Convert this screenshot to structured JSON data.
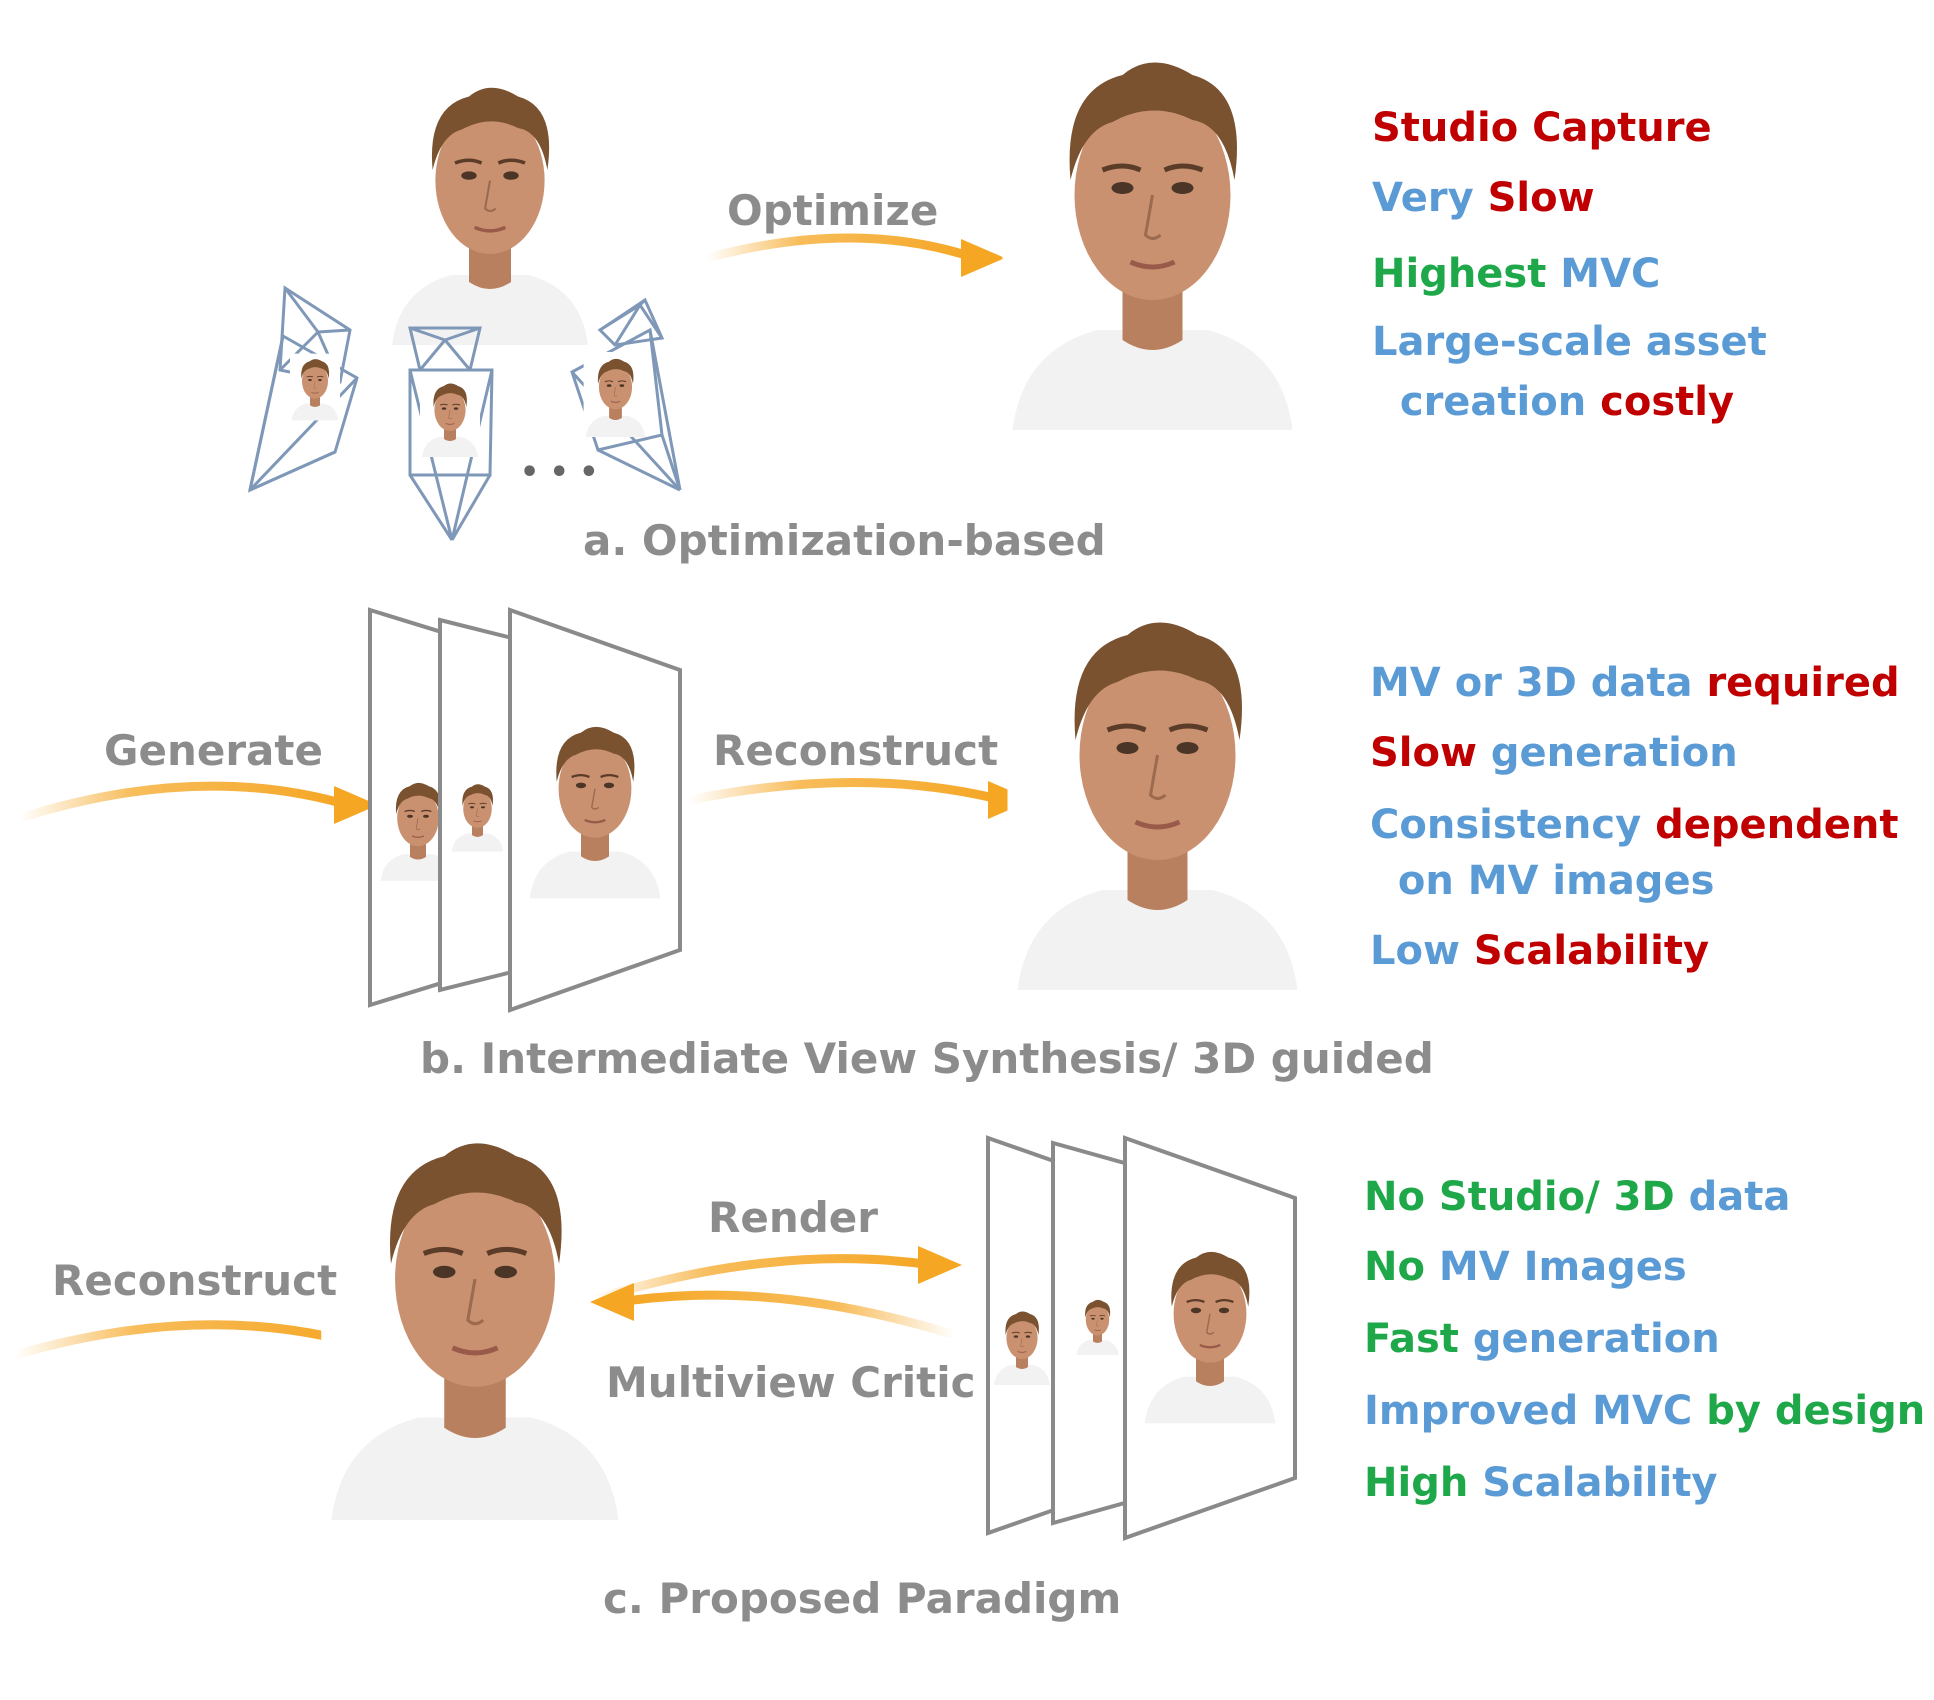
{
  "colors": {
    "red": "#c00000",
    "blue": "#5b9bd5",
    "green": "#1fa84a",
    "gray": "#8c8c8c",
    "arrow": "#f5a623",
    "camera": "#7f98b8",
    "skin": "#c99170",
    "hair": "#7a5230",
    "shirt": "#f2f2f2"
  },
  "icons": {
    "face_portrait": "face-portrait-icon",
    "camera_frustum": "camera-frustum-icon",
    "image_frame": "image-frame-icon",
    "arrow": "arrow-icon"
  },
  "panels": {
    "a": {
      "caption": "a. Optimization-based",
      "arrow_label": "Optimize",
      "ellipsis": "• • •",
      "properties": [
        [
          {
            "text": "Studio Capture",
            "color": "red"
          }
        ],
        [
          {
            "text": "Very ",
            "color": "blue"
          },
          {
            "text": "Slow",
            "color": "red"
          }
        ],
        [
          {
            "text": "Highest ",
            "color": "green"
          },
          {
            "text": "MVC",
            "color": "blue"
          }
        ],
        [
          {
            "text": "Large-scale asset",
            "color": "blue"
          }
        ],
        [
          {
            "text": "  creation ",
            "color": "blue"
          },
          {
            "text": "costly",
            "color": "red"
          }
        ]
      ]
    },
    "b": {
      "caption": "b. Intermediate View Synthesis/ 3D guided",
      "arrow_label_1": "Generate",
      "arrow_label_2": "Reconstruct",
      "properties": [
        [
          {
            "text": "MV or 3D data ",
            "color": "blue"
          },
          {
            "text": "required",
            "color": "red"
          }
        ],
        [
          {
            "text": "Slow ",
            "color": "red"
          },
          {
            "text": "generation",
            "color": "blue"
          }
        ],
        [
          {
            "text": "Consistency ",
            "color": "blue"
          },
          {
            "text": "dependent",
            "color": "red"
          }
        ],
        [
          {
            "text": "  on MV images",
            "color": "blue"
          }
        ],
        [
          {
            "text": "Low ",
            "color": "blue"
          },
          {
            "text": "Scalability",
            "color": "red"
          }
        ]
      ]
    },
    "c": {
      "caption": "c. Proposed Paradigm",
      "arrow_label_1": "Reconstruct",
      "arrow_label_2": "Render",
      "arrow_label_3": "Multiview Critic",
      "properties": [
        [
          {
            "text": "No Studio/ 3D ",
            "color": "green"
          },
          {
            "text": "data",
            "color": "blue"
          }
        ],
        [
          {
            "text": "No ",
            "color": "green"
          },
          {
            "text": "MV Images",
            "color": "blue"
          }
        ],
        [
          {
            "text": "Fast ",
            "color": "green"
          },
          {
            "text": "generation",
            "color": "blue"
          }
        ],
        [
          {
            "text": "Improved MVC ",
            "color": "blue"
          },
          {
            "text": "by design",
            "color": "green"
          }
        ],
        [
          {
            "text": "High ",
            "color": "green"
          },
          {
            "text": "Scalability",
            "color": "blue"
          }
        ]
      ]
    }
  }
}
